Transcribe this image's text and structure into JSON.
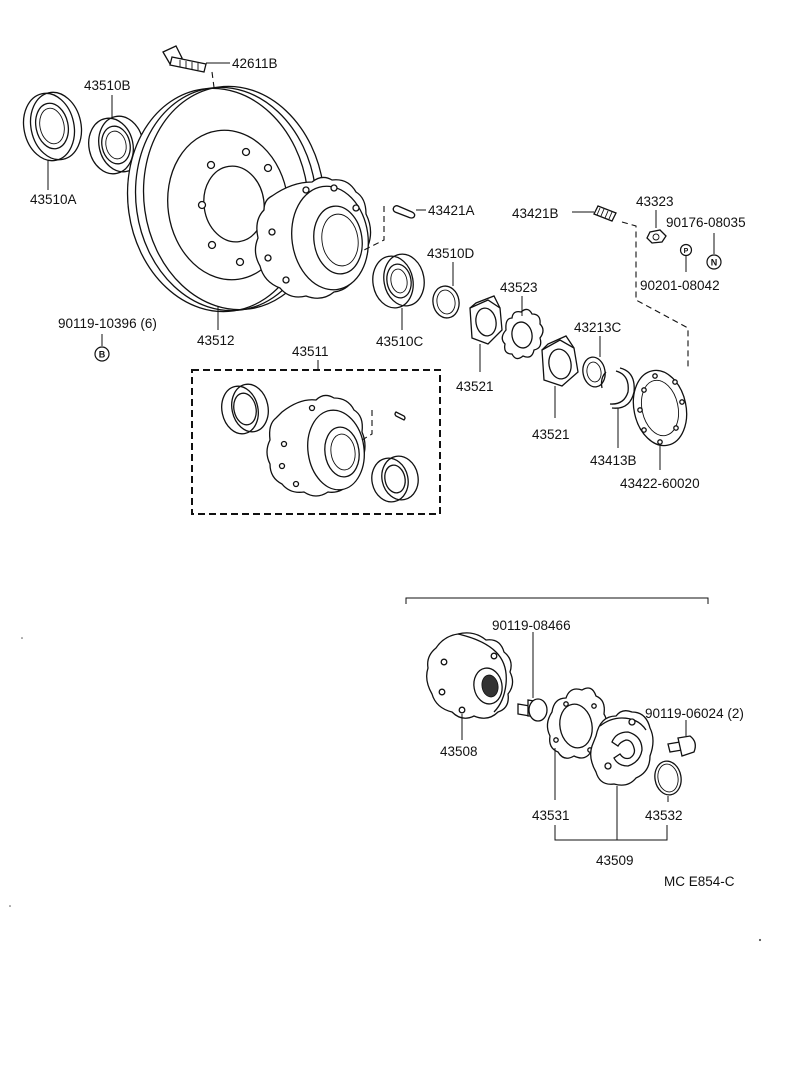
{
  "labels": {
    "p42611B": "42611B",
    "p43510B": "43510B",
    "p43510A": "43510A",
    "p43421A": "43421A",
    "p43421B": "43421B",
    "p43323": "43323",
    "p90176": "90176-08035",
    "p43510D": "43510D",
    "p90201": "90201-08042",
    "p43523": "43523",
    "p90119_10396": "90119-10396 (6)",
    "p43512": "43512",
    "p43510C": "43510C",
    "p43213C": "43213C",
    "p43511": "43511",
    "p43521a": "43521",
    "p43521b": "43521",
    "p43413B": "43413B",
    "p43422": "43422-60020",
    "p90119_08466": "90119-08466",
    "p90119_06024": "90119-06024 (2)",
    "p43508": "43508",
    "p43531": "43531",
    "p43532": "43532",
    "p43509": "43509",
    "code": "MC  E854-C"
  },
  "symbols": {
    "b": "B",
    "n": "N",
    "p": "P"
  }
}
